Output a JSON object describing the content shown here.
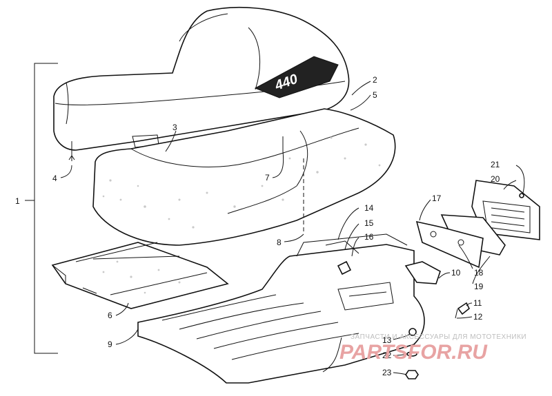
{
  "diagram": {
    "model_logo": "440",
    "callouts": [
      "1",
      "2",
      "3",
      "4",
      "5",
      "6",
      "7",
      "8",
      "9",
      "10",
      "11",
      "12",
      "13",
      "14",
      "15",
      "16",
      "17",
      "18",
      "19",
      "20",
      "21",
      "22",
      "23"
    ]
  },
  "watermark": {
    "caption": "ЗАПЧАСТИ И АКСЕССУАРЫ ДЛЯ МОТОТЕХНИКИ",
    "logo": "PARTSFOR.RU"
  }
}
